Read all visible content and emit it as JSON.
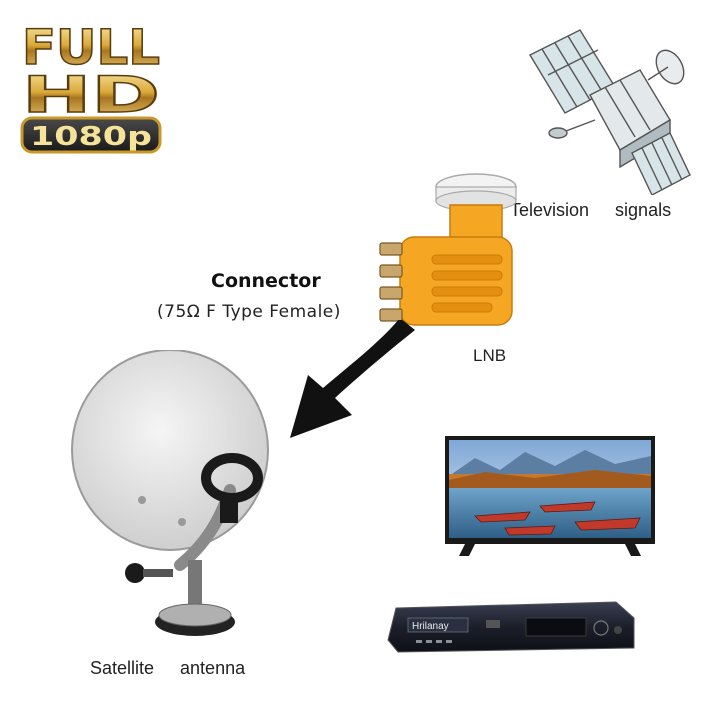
{
  "badge": {
    "line1": "FULL",
    "line2": "HD",
    "line3": "1080p",
    "colors": {
      "gold_light": "#f6e39a",
      "gold": "#c8992a",
      "gold_dark": "#6b4a12",
      "plate": "#2b2b2b"
    }
  },
  "labels": {
    "television_signals": "Television  signals",
    "lnb": "LNB",
    "connector_title": "Connector",
    "connector_spec": "(75Ω F Type Female)",
    "satellite_antenna": "Satellite  antenna",
    "receiver_brand": "Hrilanay"
  },
  "icons": {
    "satellite": "satellite-icon",
    "lnb": "lnb-device-icon",
    "arrow": "curved-arrow-icon",
    "dish": "satellite-dish-icon",
    "tv": "television-icon",
    "receiver": "set-top-box-icon"
  },
  "colors": {
    "lnb_orange": "#f5a623",
    "arrow": "#111111",
    "dish": "#e6e6e6",
    "tv_frame": "#1a1a1a",
    "receiver": "#1c1f2a"
  }
}
